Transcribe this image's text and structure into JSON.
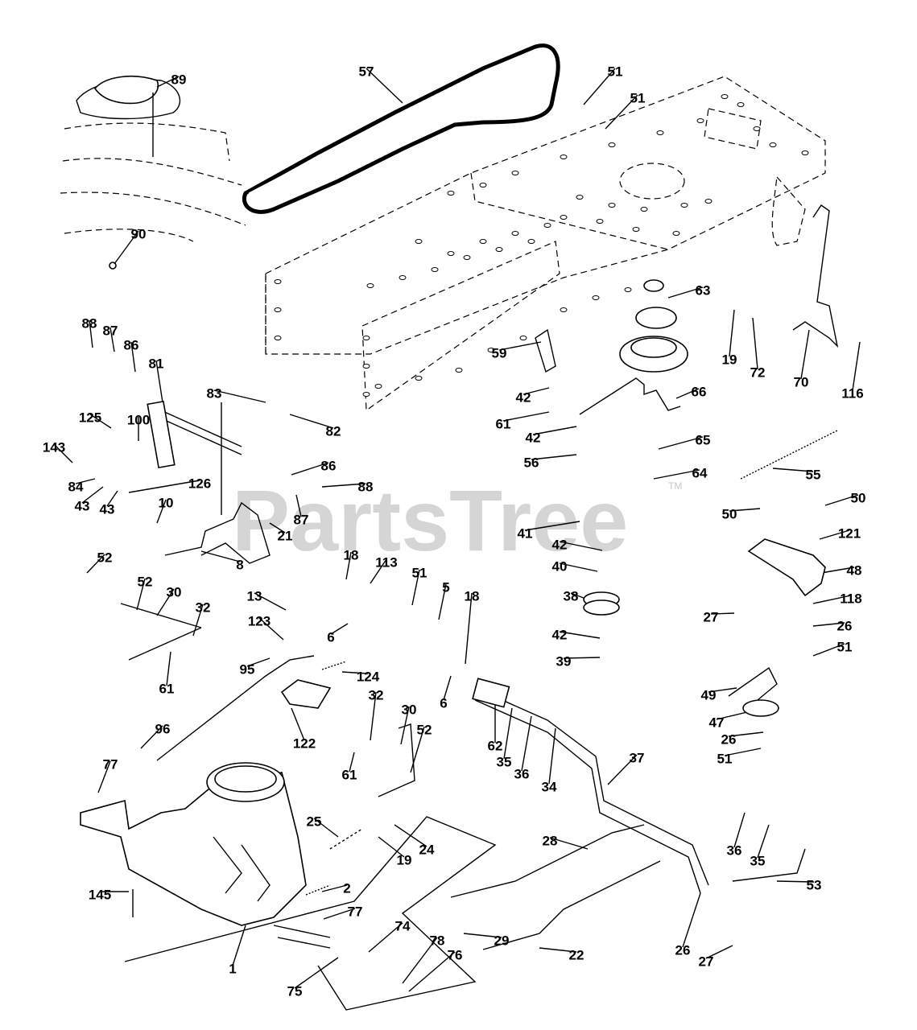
{
  "watermark": {
    "text": "PartsTree",
    "tm": "TM"
  },
  "callouts": [
    {
      "label": "89"
    },
    {
      "label": "57"
    },
    {
      "label": "51"
    },
    {
      "label": "51"
    },
    {
      "label": "90"
    },
    {
      "label": "63"
    },
    {
      "label": "88"
    },
    {
      "label": "87"
    },
    {
      "label": "86"
    },
    {
      "label": "81"
    },
    {
      "label": "19"
    },
    {
      "label": "72"
    },
    {
      "label": "70"
    },
    {
      "label": "116"
    },
    {
      "label": "59"
    },
    {
      "label": "42"
    },
    {
      "label": "66"
    },
    {
      "label": "83"
    },
    {
      "label": "82"
    },
    {
      "label": "125"
    },
    {
      "label": "100"
    },
    {
      "label": "61"
    },
    {
      "label": "42"
    },
    {
      "label": "143"
    },
    {
      "label": "56"
    },
    {
      "label": "65"
    },
    {
      "label": "86"
    },
    {
      "label": "55"
    },
    {
      "label": "84"
    },
    {
      "label": "126"
    },
    {
      "label": "88"
    },
    {
      "label": "64"
    },
    {
      "label": "43"
    },
    {
      "label": "43"
    },
    {
      "label": "87"
    },
    {
      "label": "50"
    },
    {
      "label": "50"
    },
    {
      "label": "10"
    },
    {
      "label": "21"
    },
    {
      "label": "41"
    },
    {
      "label": "121"
    },
    {
      "label": "42"
    },
    {
      "label": "8"
    },
    {
      "label": "52"
    },
    {
      "label": "18"
    },
    {
      "label": "113"
    },
    {
      "label": "40"
    },
    {
      "label": "48"
    },
    {
      "label": "52"
    },
    {
      "label": "51"
    },
    {
      "label": "30"
    },
    {
      "label": "5"
    },
    {
      "label": "38"
    },
    {
      "label": "32"
    },
    {
      "label": "13"
    },
    {
      "label": "18"
    },
    {
      "label": "118"
    },
    {
      "label": "27"
    },
    {
      "label": "123"
    },
    {
      "label": "6"
    },
    {
      "label": "26"
    },
    {
      "label": "42"
    },
    {
      "label": "51"
    },
    {
      "label": "95"
    },
    {
      "label": "39"
    },
    {
      "label": "124"
    },
    {
      "label": "61"
    },
    {
      "label": "6"
    },
    {
      "label": "49"
    },
    {
      "label": "32"
    },
    {
      "label": "30"
    },
    {
      "label": "47"
    },
    {
      "label": "96"
    },
    {
      "label": "62"
    },
    {
      "label": "52"
    },
    {
      "label": "122"
    },
    {
      "label": "26"
    },
    {
      "label": "35"
    },
    {
      "label": "36"
    },
    {
      "label": "34"
    },
    {
      "label": "51"
    },
    {
      "label": "37"
    },
    {
      "label": "61"
    },
    {
      "label": "77"
    },
    {
      "label": "25"
    },
    {
      "label": "24"
    },
    {
      "label": "28"
    },
    {
      "label": "19"
    },
    {
      "label": "36"
    },
    {
      "label": "35"
    },
    {
      "label": "53"
    },
    {
      "label": "2"
    },
    {
      "label": "145"
    },
    {
      "label": "77"
    },
    {
      "label": "29"
    },
    {
      "label": "74"
    },
    {
      "label": "22"
    },
    {
      "label": "26"
    },
    {
      "label": "78"
    },
    {
      "label": "76"
    },
    {
      "label": "27"
    },
    {
      "label": "1"
    },
    {
      "label": "75"
    }
  ]
}
